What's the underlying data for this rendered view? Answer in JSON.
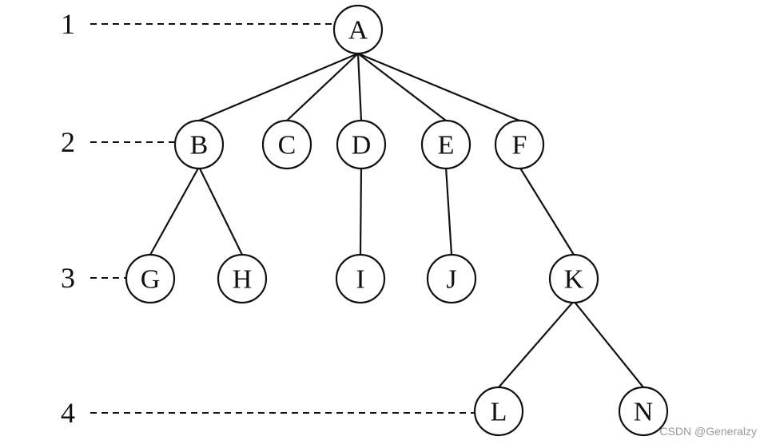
{
  "levels": [
    {
      "label": "1",
      "node": "A"
    },
    {
      "label": "2",
      "node": "B"
    },
    {
      "label": "3",
      "node": "G"
    },
    {
      "label": "4",
      "node": "L"
    }
  ],
  "nodes": [
    {
      "id": "A",
      "label": "A"
    },
    {
      "id": "B",
      "label": "B"
    },
    {
      "id": "C",
      "label": "C"
    },
    {
      "id": "D",
      "label": "D"
    },
    {
      "id": "E",
      "label": "E"
    },
    {
      "id": "F",
      "label": "F"
    },
    {
      "id": "G",
      "label": "G"
    },
    {
      "id": "H",
      "label": "H"
    },
    {
      "id": "I",
      "label": "I"
    },
    {
      "id": "J",
      "label": "J"
    },
    {
      "id": "K",
      "label": "K"
    },
    {
      "id": "L",
      "label": "L"
    },
    {
      "id": "N",
      "label": "N"
    }
  ],
  "edges": [
    [
      "A",
      "B"
    ],
    [
      "A",
      "C"
    ],
    [
      "A",
      "D"
    ],
    [
      "A",
      "E"
    ],
    [
      "A",
      "F"
    ],
    [
      "B",
      "G"
    ],
    [
      "B",
      "H"
    ],
    [
      "D",
      "I"
    ],
    [
      "E",
      "J"
    ],
    [
      "F",
      "K"
    ],
    [
      "K",
      "L"
    ],
    [
      "K",
      "N"
    ]
  ],
  "watermark": "CSDN @Generalzy"
}
